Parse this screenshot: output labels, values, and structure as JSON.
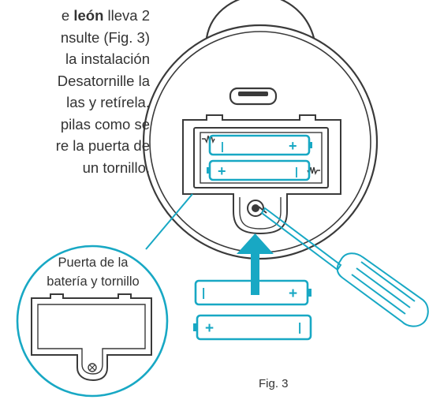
{
  "instructions": {
    "line1_prefix": "e ",
    "line1_bold": "león",
    "line1_suffix": " lleva 2",
    "line2": "nsulte (Fig. 3)",
    "line3": "la instalación",
    "line4": "Desatornille la",
    "line5": "las y retírela.",
    "line6": "pilas como se",
    "line7": "re la puerta de",
    "line8": "un tornillo."
  },
  "callout": {
    "line1": "Puerta de la",
    "line2": "batería y tornillo"
  },
  "figure_label": "Fig. 3",
  "battery_symbols": {
    "plus": "+",
    "minus": "|"
  },
  "colors": {
    "accent": "#18a8c4",
    "outline": "#3a3a3a",
    "text": "#333333"
  }
}
